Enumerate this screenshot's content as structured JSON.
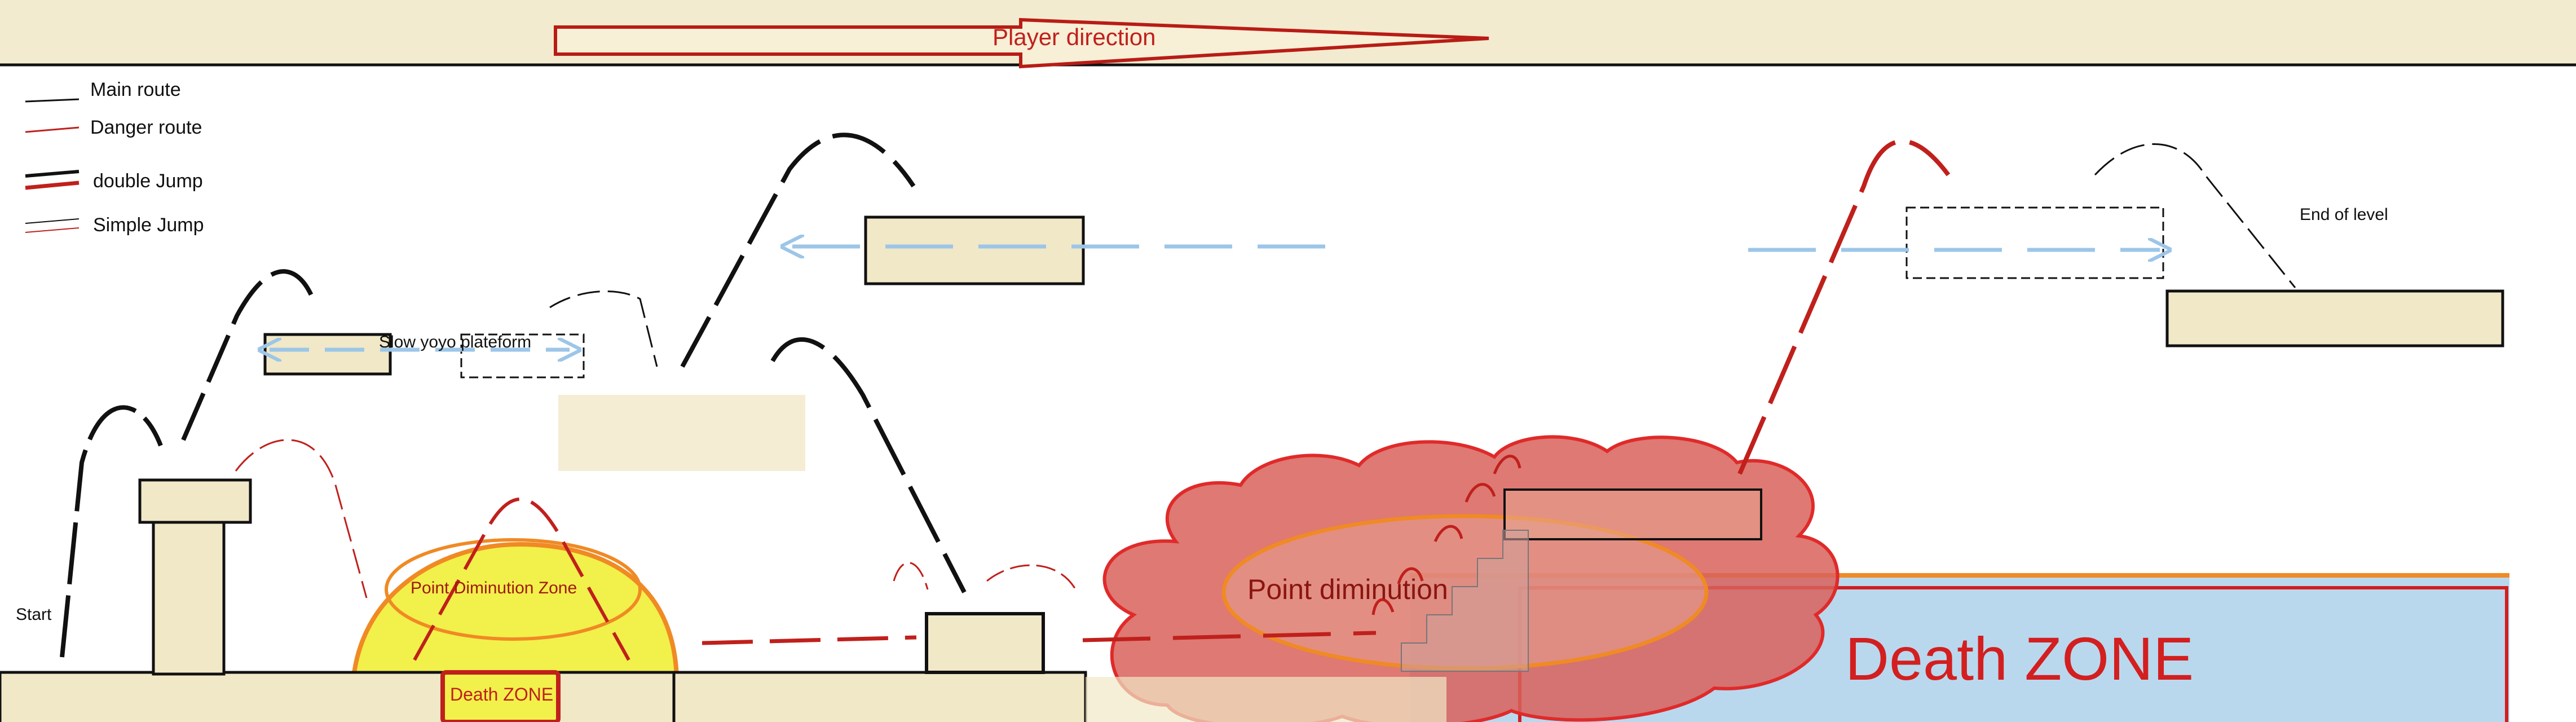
{
  "top_banner": {
    "direction_label": "Player direction"
  },
  "legend": {
    "items": [
      {
        "label": "Main route",
        "color": "#111111",
        "style": "solid"
      },
      {
        "label": "Danger route",
        "color": "#c0201c",
        "style": "solid"
      },
      {
        "label": "double Jump",
        "color": "#111111",
        "accent": "#c0201c",
        "style": "thick"
      },
      {
        "label": "Simple Jump",
        "color": "#111111",
        "accent": "#c0201c",
        "style": "thin"
      }
    ]
  },
  "labels": {
    "start": "Start",
    "slow_yoyo": "Slow yoyo plateform",
    "end_of_level": "End of level",
    "point_diminution_zone": "Point Diminution Zone",
    "death_zone_small": "Death ZONE",
    "point_diminution": "Point diminution",
    "death_zone_large": "Death ZONE"
  },
  "colors": {
    "banner": "#f3ebcf",
    "platform": "#f1e8c8",
    "main_route": "#111111",
    "danger_route": "#c0201c",
    "yoyo_arrow": "#9cc6e8",
    "yellow_zone": "#f2f04a",
    "orange_outline": "#f08a24",
    "red_cloud": "#d8625a",
    "water": "#b9d8ee"
  }
}
